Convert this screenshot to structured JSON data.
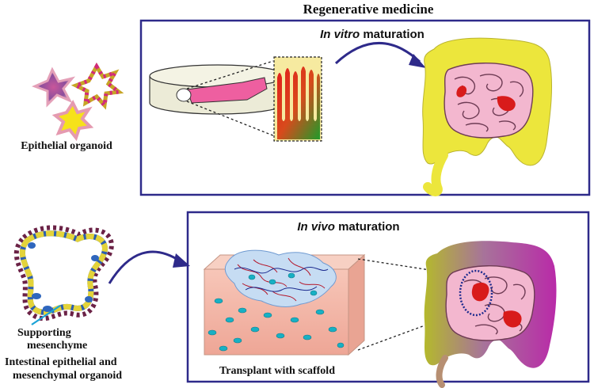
{
  "title": "Regenerative medicine",
  "top_panel": {
    "heading_italic": "In vitro",
    "heading_rest": " maturation"
  },
  "bottom_panel": {
    "heading_italic": "In vivo",
    "heading_rest": " maturation",
    "caption": "Transplant with scaffold"
  },
  "left_labels": {
    "epithelial": "Epithelial organoid",
    "supporting_1": "Supporting",
    "supporting_2": "mesenchyme",
    "intestinal_1": "Intestinal epithelial and",
    "intestinal_2": "mesenchymal organoid"
  },
  "colors": {
    "frame": "#2e2a8a",
    "arrow": "#2e2a8a",
    "intestine_yellow": "#ece63c",
    "small_intestine": "#f3b7cf",
    "scaffold": "#f2b5a8",
    "mesenchyme_line": "#1aa3d6"
  }
}
